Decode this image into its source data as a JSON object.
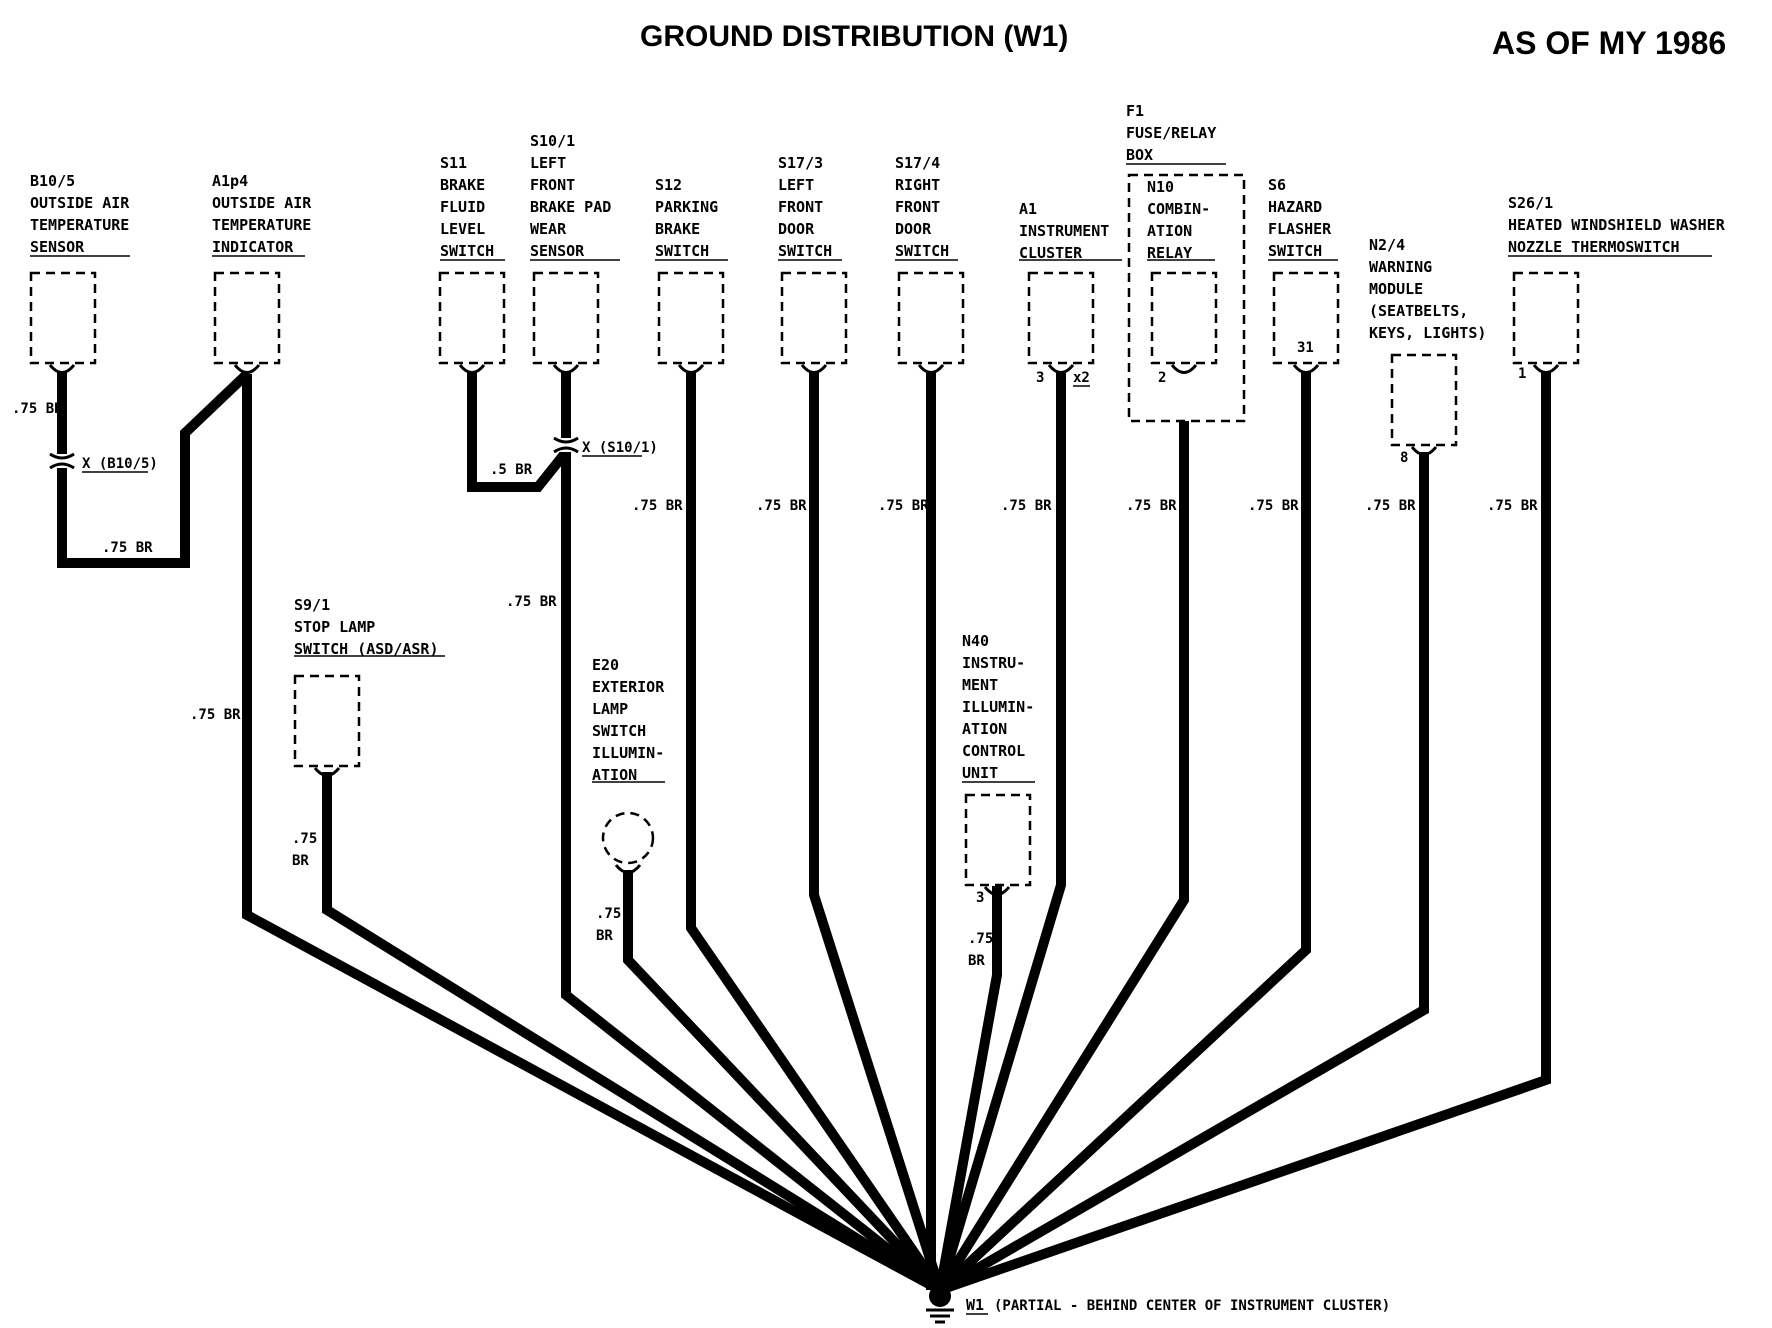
{
  "title": "GROUND DISTRIBUTION (W1)",
  "model_year": "AS OF MY 1986",
  "components": {
    "b10_5": [
      "B10/5",
      "OUTSIDE AIR",
      "TEMPERATURE",
      "SENSOR"
    ],
    "a1p4": [
      "A1p4",
      "OUTSIDE AIR",
      "TEMPERATURE",
      "INDICATOR"
    ],
    "s11": [
      "S11",
      "BRAKE",
      "FLUID",
      "LEVEL",
      "SWITCH"
    ],
    "s10_1": [
      "S10/1",
      "LEFT",
      "FRONT",
      "BRAKE PAD",
      "WEAR",
      "SENSOR"
    ],
    "s12": [
      "S12",
      "PARKING",
      "BRAKE",
      "SWITCH"
    ],
    "s17_3": [
      "S17/3",
      "LEFT",
      "FRONT",
      "DOOR",
      "SWITCH"
    ],
    "s17_4": [
      "S17/4",
      "RIGHT",
      "FRONT",
      "DOOR",
      "SWITCH"
    ],
    "a1": [
      "A1",
      "INSTRUMENT",
      "CLUSTER"
    ],
    "f1": [
      "F1",
      "FUSE/RELAY",
      "BOX"
    ],
    "n10": [
      "N10",
      "COMBIN-",
      "ATION",
      "RELAY"
    ],
    "s6": [
      "S6",
      "HAZARD",
      "FLASHER",
      "SWITCH"
    ],
    "n2_4": [
      "N2/4",
      "WARNING",
      "MODULE",
      "(SEATBELTS,",
      "KEYS, LIGHTS)"
    ],
    "s26_1": [
      "S26/1",
      "HEATED WINDSHIELD WASHER",
      "NOZZLE THERMOSWITCH"
    ],
    "s9_1": [
      "S9/1",
      "STOP LAMP",
      "SWITCH (ASD/ASR)"
    ],
    "e20": [
      "E20",
      "EXTERIOR",
      "LAMP",
      "SWITCH",
      "ILLUMIN-",
      "ATION"
    ],
    "n40": [
      "N40",
      "INSTRU-",
      "MENT",
      "ILLUMIN-",
      "ATION",
      "CONTROL",
      "UNIT"
    ]
  },
  "pins": {
    "a1_pin3": "3",
    "a1_x2": "x2",
    "n10_pin2": "2",
    "s6_pin31": "31",
    "n2_4_pin8": "8",
    "s26_1_pin1": "1",
    "n40_pin3": "3"
  },
  "connectors": {
    "x_b10_5": "X (B10/5)",
    "x_s10_1": "X (S10/1)"
  },
  "wire_labels": {
    "w_b10_5": ".75 BR",
    "w_b10_5_bottom": ".75 BR",
    "w_a1p4": ".75 BR",
    "w_s11": ".5 BR",
    "w_s10_1": ".75 BR",
    "w_s12": ".75 BR",
    "w_s17_3": ".75 BR",
    "w_s17_4": ".75 BR",
    "w_a1": ".75 BR",
    "w_n10": ".75 BR",
    "w_s6": ".75 BR",
    "w_n2_4": ".75 BR",
    "w_s26_1": ".75 BR",
    "w_s9_1": [
      ".75",
      "BR"
    ],
    "w_e20": [
      ".75",
      "BR"
    ],
    "w_n40": [
      ".75",
      "BR"
    ]
  },
  "ground": {
    "name": "W1",
    "note": "(PARTIAL - BEHIND CENTER OF INSTRUMENT CLUSTER)"
  }
}
